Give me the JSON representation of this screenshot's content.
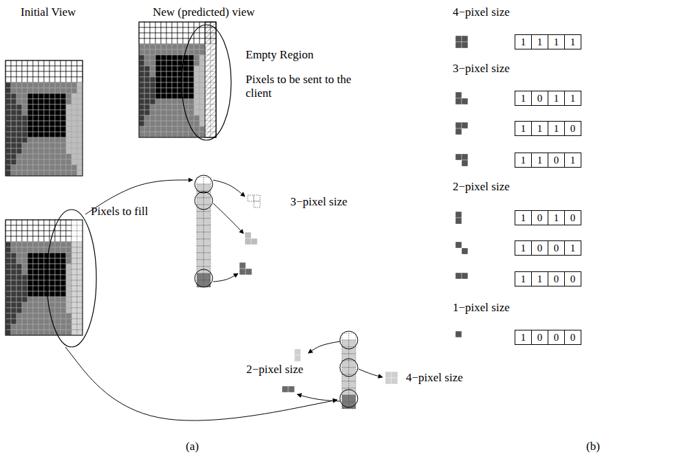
{
  "diagram": {
    "nodes": [
      {
        "text": [
          "1"
        ]
      },
      {
        "text": [
          "1"
        ]
      },
      {
        "text": [
          "1"
        ]
      },
      {
        "text": [
          "1"
        ]
      },
      {
        "text": [
          "1"
        ]
      },
      {
        "text": [
          "0"
        ]
      },
      {
        "text": [
          "1"
        ]
      },
      {
        "text": [
          "1"
        ]
      },
      {
        "text": [
          "1"
        ]
      },
      {
        "text": [
          "1"
        ]
      },
      {
        "text": [
          "1"
        ]
      },
      {
        "text": [
          "0"
        ]
      },
      {
        "text": [
          "1"
        ]
      },
      {
        "text": [
          "1"
        ]
      },
      {
        "text": [
          "0"
        ]
      },
      {
        "text": [
          "1"
        ]
      },
      {
        "text": [
          "1"
        ]
      },
      {
        "text": [
          "0"
        ]
      },
      {
        "text": [
          "1"
        ]
      },
      {
        "text": [
          "0"
        ]
      },
      {
        "text": [
          "1"
        ]
      },
      {
        "text": [
          "0"
        ]
      },
      {
        "text": [
          "0"
        ]
      },
      {
        "text": [
          "1"
        ]
      },
      {
        "text": [
          "1"
        ]
      },
      {
        "text": [
          "1"
        ]
      },
      {
        "text": [
          "0"
        ]
      },
      {
        "text": [
          "0"
        ]
      },
      {
        "text": [
          "1"
        ]
      },
      {
        "text": [
          "0"
        ]
      },
      {
        "text": [
          "0"
        ]
      },
      {
        "text": [
          "0"
        ]
      }
    ],
    "labels": [
      "Initial View",
      "New (predicted) view",
      "Empty Region",
      "Pixels to be sent to the client",
      "Pixels to fill",
      "3−pixel size",
      "2−pixel size",
      "4−pixel size",
      "(a)",
      "(b)",
      "4−pixel size",
      "3−pixel size",
      "2−pixel size",
      "1−pixel size"
    ]
  }
}
